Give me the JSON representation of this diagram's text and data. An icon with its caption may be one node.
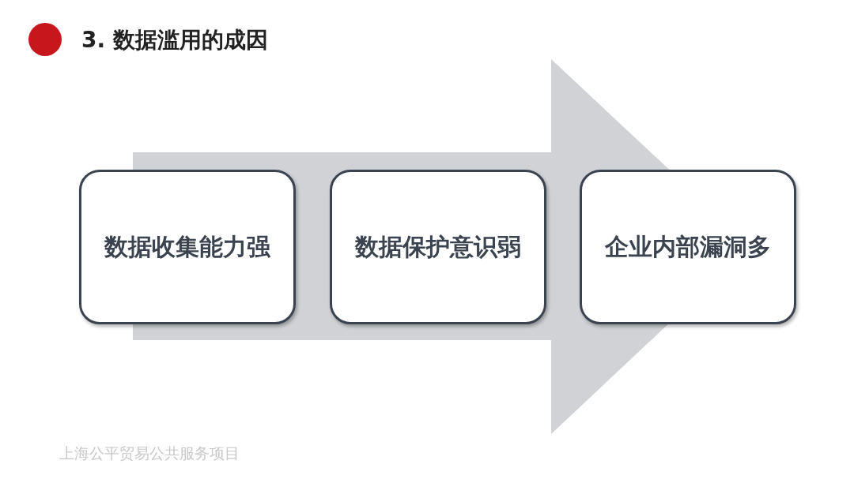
{
  "diagram": {
    "title": "3. 数据滥用的成因",
    "nodes": [
      {
        "text": [
          "数据收集能力强"
        ]
      },
      {
        "text": [
          "数据保护意识弱"
        ]
      },
      {
        "text": [
          "企业内部漏洞多"
        ]
      }
    ],
    "edges": [
      {
        "from": 0,
        "to": 2,
        "arrow": "to",
        "color": "#d0d2d5"
      }
    ],
    "labels": [
      "上海公平贸易公共服务项目"
    ]
  }
}
